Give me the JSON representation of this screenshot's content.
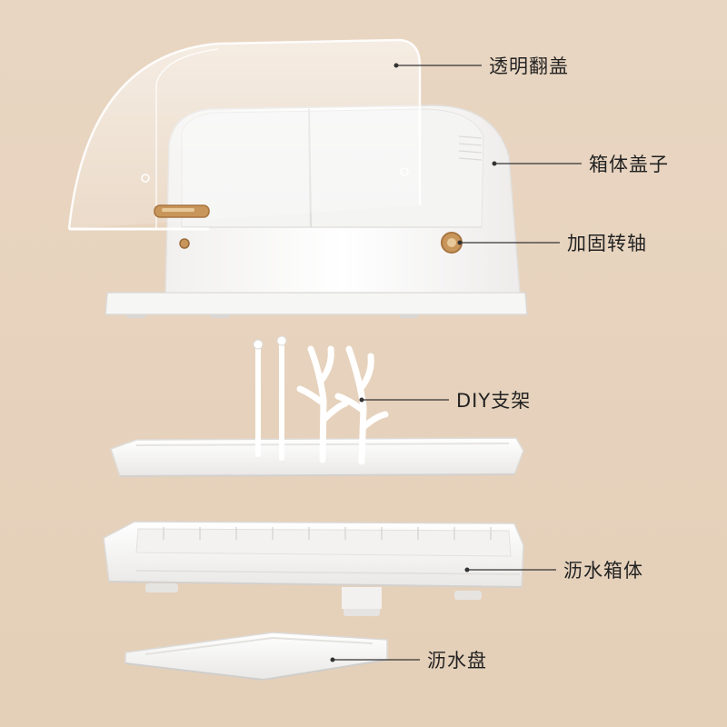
{
  "labels": {
    "lid": "透明翻盖",
    "box_cover": "箱体盖子",
    "hinge": "加固转轴",
    "rack": "DIY支架",
    "drain_box": "沥水箱体",
    "drain_tray": "沥水盘"
  },
  "colors": {
    "background": "#e7d3bd",
    "plastic": "#ffffff",
    "accent_gold": "#c8965a",
    "leader_line": "#333333"
  }
}
